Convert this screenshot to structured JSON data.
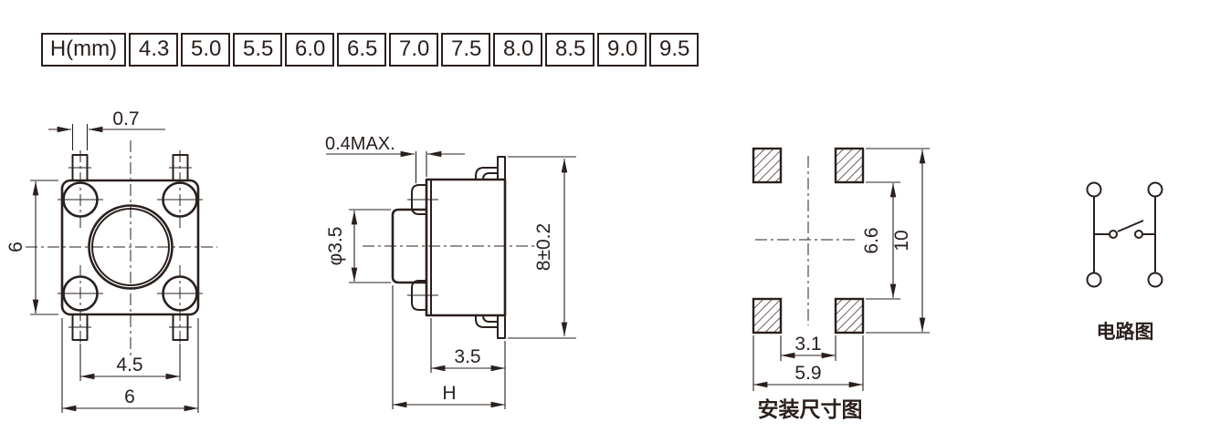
{
  "colors": {
    "line": "#2a201d",
    "background": "#ffffff"
  },
  "table": {
    "header": "H(mm)",
    "values": [
      "4.3",
      "5.0",
      "5.5",
      "6.0",
      "6.5",
      "7.0",
      "7.5",
      "8.0",
      "8.5",
      "9.0",
      "9.5"
    ]
  },
  "top_view": {
    "dims": {
      "lead_width": "0.7",
      "body_height": "6",
      "lead_pitch": "4.5",
      "body_width": "6"
    }
  },
  "side_view": {
    "dims": {
      "lead_protrusion": "0.4MAX.",
      "stem_diameter": "φ3.5",
      "lead_span": "8±0.2",
      "base_depth": "3.5",
      "total_height": "H"
    }
  },
  "mounting_view": {
    "label": "安装尺寸图",
    "dims": {
      "hole_inner_vertical": "6.6",
      "hole_outer_vertical": "10",
      "hole_inner_horizontal": "3.1",
      "hole_outer_horizontal": "5.9"
    }
  },
  "circuit_view": {
    "label": "电路图"
  }
}
